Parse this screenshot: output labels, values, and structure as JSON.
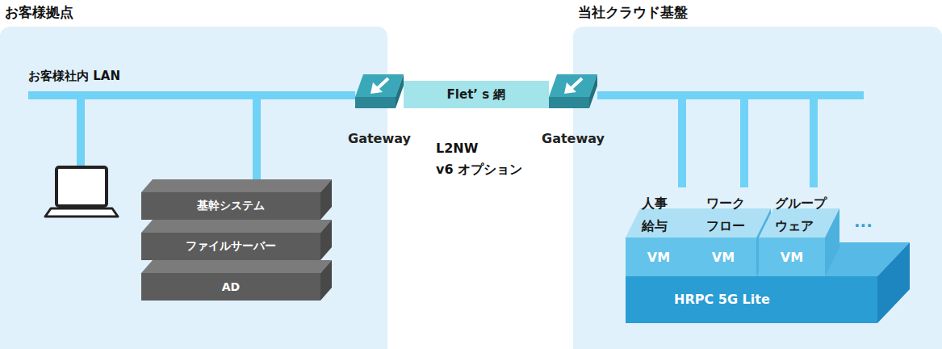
{
  "diagram": {
    "nodes": [
      {
        "text": [
          "お客様拠点"
        ]
      },
      {
        "text": [
          "基幹システム"
        ],
        "in": 0
      },
      {
        "text": [
          "ファイルサーバー"
        ],
        "in": 0
      },
      {
        "text": [
          "AD"
        ],
        "in": 0
      },
      {
        "text": [
          "Gateway"
        ]
      },
      {
        "text": [
          "Flet’ s 網"
        ]
      },
      {
        "text": [
          "Gateway"
        ]
      },
      {
        "text": [
          "当社クラウド基盤"
        ]
      },
      {
        "text": [
          "HRPC 5G Lite"
        ],
        "in": 7
      },
      {
        "text": [
          "人事 給与",
          "VM"
        ],
        "in": 7
      },
      {
        "text": [
          "ワーク フロー",
          "VM"
        ],
        "in": 7
      },
      {
        "text": [
          "グループ ウェア",
          "VM"
        ],
        "in": 7
      }
    ],
    "edges": [
      {
        "from": 4,
        "to": 1,
        "arrow": "none"
      },
      {
        "from": 6,
        "to": 9,
        "arrow": "none"
      },
      {
        "from": 6,
        "to": 10,
        "arrow": "none"
      },
      {
        "from": 6,
        "to": 11,
        "arrow": "none"
      }
    ],
    "labels": [
      "お客様社内 LAN",
      "L2NW",
      "v6 オプション",
      "..."
    ]
  }
}
